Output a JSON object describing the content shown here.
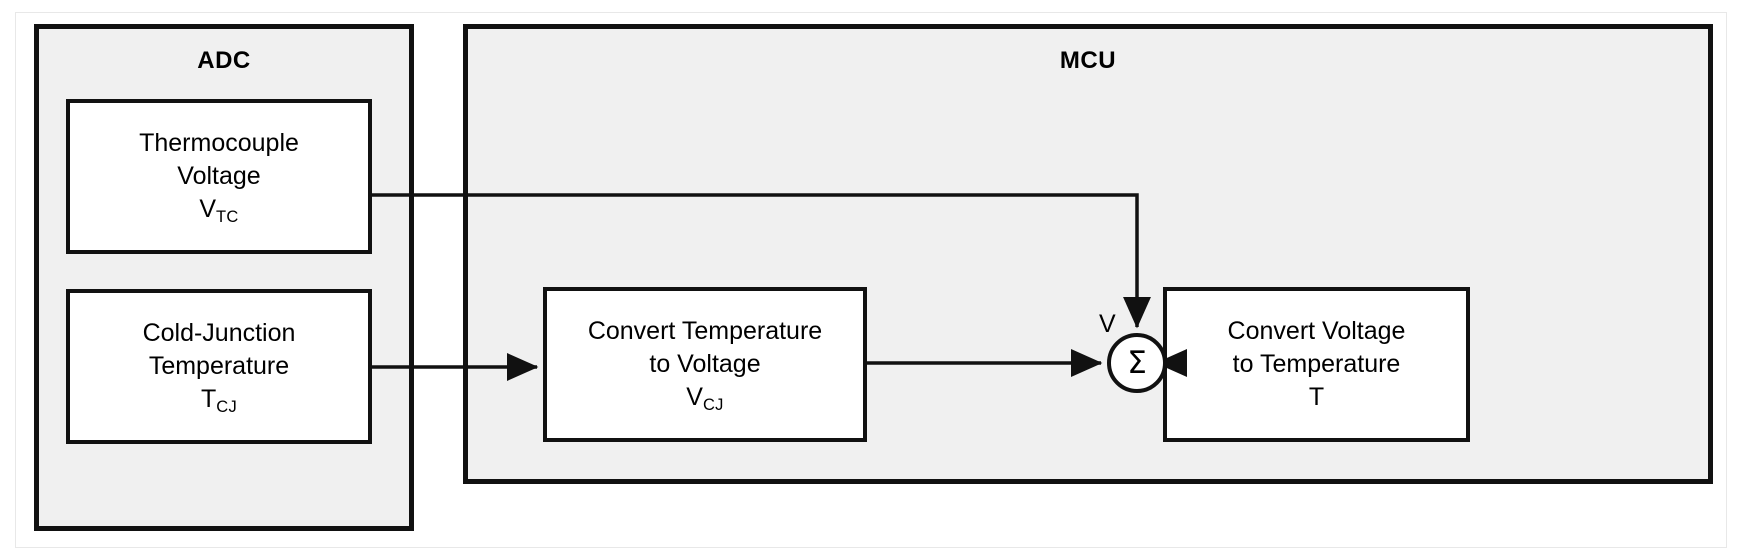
{
  "diagram": {
    "title_adc": "ADC",
    "title_mcu": "MCU",
    "blocks": {
      "thermocouple": {
        "line1": "Thermocouple",
        "line2": "Voltage",
        "symbol_base": "V",
        "symbol_sub": "TC"
      },
      "cold_junction": {
        "line1": "Cold-Junction",
        "line2": "Temperature",
        "symbol_base": "T",
        "symbol_sub": "CJ"
      },
      "convert_t_to_v": {
        "line1": "Convert Temperature",
        "line2": "to Voltage",
        "symbol_base": "V",
        "symbol_sub": "CJ"
      },
      "convert_v_to_t": {
        "line1": "Convert Voltage",
        "line2": "to Temperature",
        "symbol_base": "T",
        "symbol_sub": ""
      }
    },
    "summing_junction": {
      "symbol": "Σ"
    },
    "wire_labels": {
      "sum_output": "V"
    },
    "colors": {
      "panel_fill": "#f0f0f0",
      "block_fill": "#ffffff",
      "stroke": "#111111",
      "page_background": "#ffffff",
      "frame": "#e8e8e8"
    }
  }
}
